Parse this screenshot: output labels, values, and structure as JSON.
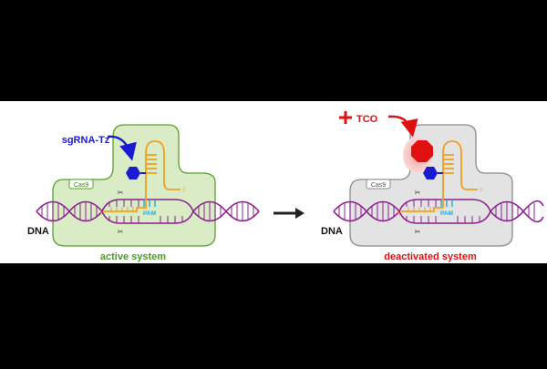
{
  "left_panel": {
    "probe_label": "sgRNA-Tz",
    "protein_label": "Cas9",
    "dna_label": "DNA",
    "pam_label": "PAM",
    "five_prime": "5'",
    "three_prime": "3'",
    "caption": "active system"
  },
  "right_panel": {
    "reagent_label": "TCO",
    "protein_label": "Cas9",
    "dna_label": "DNA",
    "pam_label": "PAM",
    "five_prime": "5'",
    "three_prime": "3'",
    "caption": "deactivated system"
  },
  "colors": {
    "cas9_active_fill": "#d9ecc6",
    "cas9_active_stroke": "#5aa02c",
    "cas9_inactive_fill": "#e3e3e3",
    "cas9_inactive_stroke": "#8c8c8c",
    "dna": "#8b1f8f",
    "rna": "#f0a020",
    "pam": "#27a6d8",
    "tetrazine": "#1a1ad0",
    "tco": "#e01010",
    "caption_active": "#4a9a22",
    "caption_inactive": "#e01010"
  },
  "icons": [
    "scissors-icon",
    "tetrazine-hexagon-icon",
    "tco-octagon-icon",
    "arrow-right-icon",
    "plus-icon"
  ]
}
